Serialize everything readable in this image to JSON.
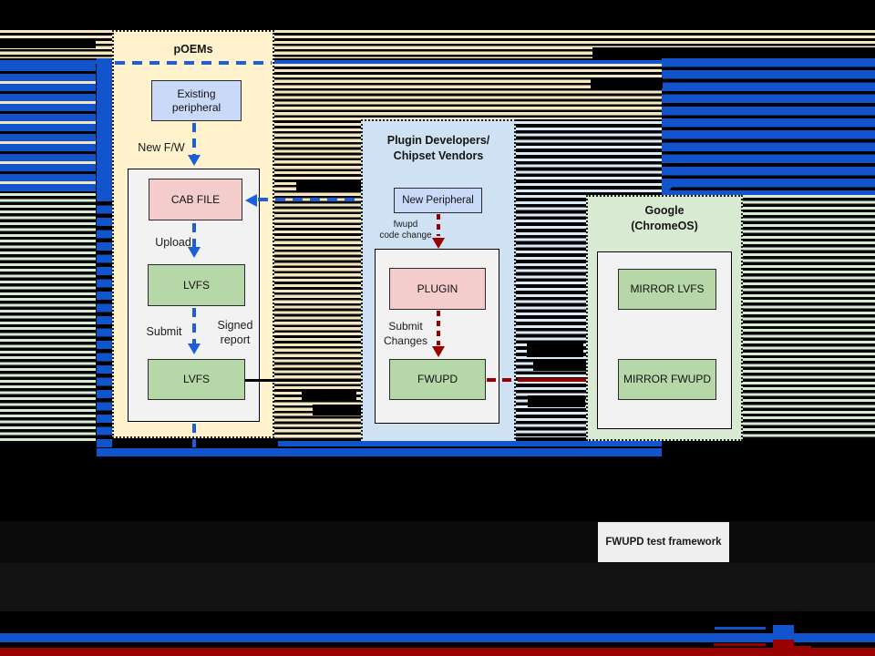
{
  "colors": {
    "accent_blue": "#1254cb",
    "arrow_blue": "#1b60d8",
    "dark_red": "#990000",
    "panel_yellow": "#fff2cc",
    "panel_light_blue": "#cfe2f3",
    "panel_light_green": "#d9ead3",
    "box_lavender": "#c9daf8",
    "box_pink": "#f4cccc",
    "box_green": "#b6d7a8",
    "subpanel_gray": "#f2f2f2",
    "stripe_tan": "#f4e6c0",
    "stripe_light_blue": "#dce9f6",
    "stripe_green": "#d9ead3",
    "test_box_bg": "#efefef",
    "background": "#000000"
  },
  "poems": {
    "title": "pOEMs",
    "existing_peripheral": "Existing peripheral",
    "new_fw": "New F/W",
    "cab_file": "CAB FILE",
    "upload": "Upload",
    "lvfs_top": "LVFS",
    "submit": "Submit",
    "signed_report": "Signed report",
    "lvfs_bottom": "LVFS"
  },
  "plugin": {
    "title_line1": "Plugin Developers/",
    "title_line2": "Chipset Vendors",
    "new_peripheral": "New Peripheral",
    "code_change_line1": "fwupd",
    "code_change_line2": "code change",
    "plugin_box": "PLUGIN",
    "submit_changes_line1": "Submit",
    "submit_changes_line2": "Changes",
    "fwupd_box": "FWUPD"
  },
  "google": {
    "title_line1": "Google",
    "title_line2": "(ChromeOS)",
    "mirror_lvfs": "MIRROR LVFS",
    "mirror_fwupd": "MIRROR FWUPD"
  },
  "footer": {
    "test_framework": "FWUPD test framework"
  }
}
